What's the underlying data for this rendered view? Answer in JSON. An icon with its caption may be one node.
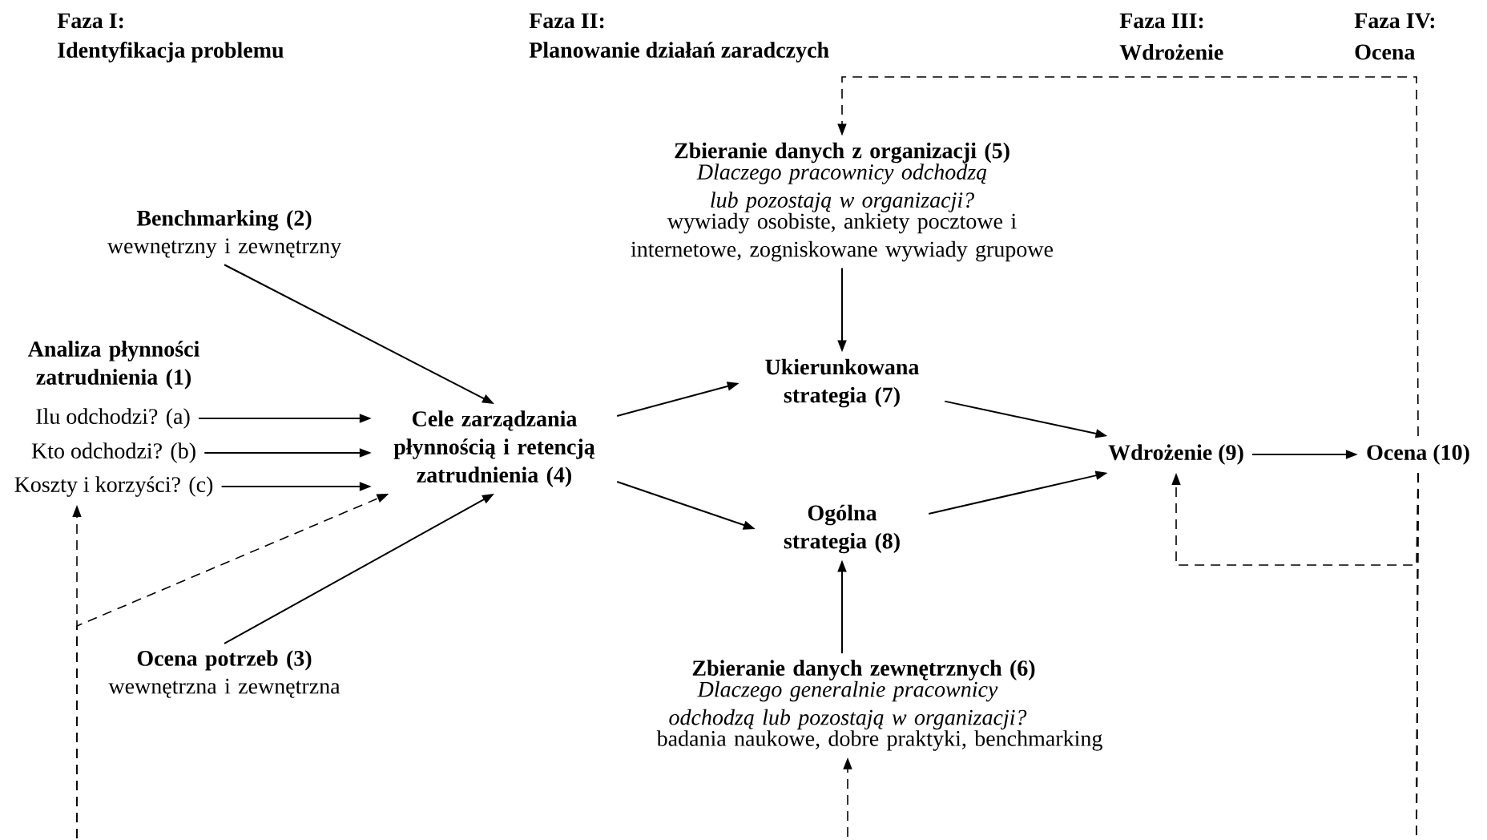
{
  "diagram": {
    "nodes": [
      {
        "text": [
          "Analiza płynności zatrudnienia (1)"
        ]
      },
      {
        "text": [
          "Ilu odchodzi? (a)"
        ]
      },
      {
        "text": [
          "Kto odchodzi? (b)"
        ]
      },
      {
        "text": [
          "Koszty i korzyści? (c)"
        ]
      },
      {
        "text": [
          "Benchmarking (2)",
          "wewnętrzny i zewnętrzny"
        ]
      },
      {
        "text": [
          "Ocena potrzeb (3)",
          "wewnętrzna i zewnętrzna"
        ]
      },
      {
        "text": [
          "Cele zarządzania płynnością i retencją zatrudnienia (4)"
        ]
      },
      {
        "text": [
          "Zbieranie danych z organizacji (5)",
          "Dlaczego pracownicy odchodzą lub pozostają w organizacji?",
          "wywiady osobiste, ankiety pocztowe i internetowe, zogniskowane wywiady grupowe"
        ]
      },
      {
        "text": [
          "Zbieranie danych zewnętrznych (6)",
          "Dlaczego generalnie pracownicy odchodzą lub pozostają w organizacji?",
          "badania naukowe, dobre praktyki, benchmarking"
        ]
      },
      {
        "text": [
          "Ukierunkowana strategia (7)"
        ]
      },
      {
        "text": [
          "Ogólna strategia (8)"
        ]
      },
      {
        "text": [
          "Wdrożenie (9)"
        ]
      },
      {
        "text": [
          "Ocena (10)"
        ]
      }
    ],
    "edges": [
      {
        "from": 1,
        "to": 6,
        "arrow": "to"
      },
      {
        "from": 2,
        "to": 6,
        "arrow": "to"
      },
      {
        "from": 3,
        "to": 6,
        "arrow": "to"
      },
      {
        "from": 4,
        "to": 6,
        "arrow": "to"
      },
      {
        "from": 5,
        "to": 6,
        "arrow": "to"
      },
      {
        "from": 6,
        "to": 9,
        "arrow": "to"
      },
      {
        "from": 6,
        "to": 10,
        "arrow": "to"
      },
      {
        "from": 7,
        "to": 9,
        "arrow": "to"
      },
      {
        "from": 8,
        "to": 10,
        "arrow": "to"
      },
      {
        "from": 9,
        "to": 11,
        "arrow": "to"
      },
      {
        "from": 10,
        "to": 11,
        "arrow": "to"
      },
      {
        "from": 11,
        "to": 12,
        "arrow": "to"
      },
      {
        "from": 12,
        "to": 7,
        "arrow": "to",
        "style": "dashed"
      },
      {
        "from": 12,
        "to": 11,
        "arrow": "to",
        "style": "dashed"
      },
      {
        "from": 12,
        "to": 8,
        "arrow": "to",
        "style": "dashed"
      },
      {
        "from": 12,
        "to": 6,
        "arrow": "to",
        "style": "dashed"
      },
      {
        "from": 12,
        "to": 3,
        "arrow": "to",
        "style": "dashed"
      }
    ],
    "labels": [
      "Faza I:",
      "Identyfikacja problemu",
      "Faza II:",
      "Planowanie działań zaradczych",
      "Faza III:",
      "Wdrożenie",
      "Faza IV:",
      "Ocena"
    ]
  }
}
